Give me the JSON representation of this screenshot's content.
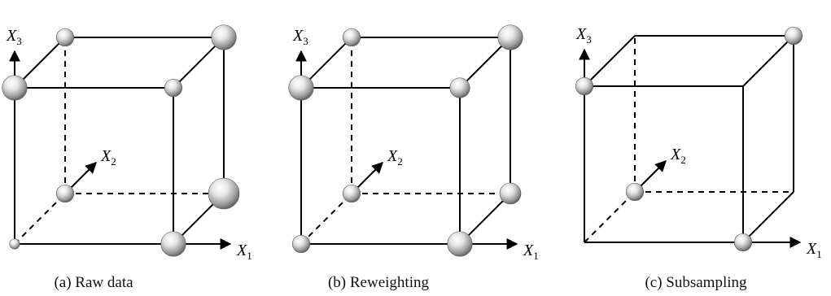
{
  "panels": [
    {
      "caption": "(a) Raw data",
      "axes": {
        "x1": "X",
        "x1_sub": "1",
        "x2": "X",
        "x2_sub": "2",
        "x3": "X",
        "x3_sub": "3"
      },
      "spheres": [
        {
          "corner": "origin",
          "weight": 0.15
        },
        {
          "corner": "x1",
          "weight": 0.75
        },
        {
          "corner": "x3",
          "weight": 0.75
        },
        {
          "corner": "x1x3",
          "weight": 0.45
        },
        {
          "corner": "x2",
          "weight": 0.45
        },
        {
          "corner": "x1x2",
          "weight": 1.0
        },
        {
          "corner": "x2x3",
          "weight": 0.45
        },
        {
          "corner": "x1x2x3",
          "weight": 0.75
        }
      ]
    },
    {
      "caption": "(b) Reweighting",
      "axes": {
        "x1": "X",
        "x1_sub": "1",
        "x2": "X",
        "x2_sub": "2",
        "x3": "X",
        "x3_sub": "3"
      },
      "spheres": [
        {
          "corner": "origin",
          "weight": 0.45
        },
        {
          "corner": "x1",
          "weight": 0.75
        },
        {
          "corner": "x3",
          "weight": 0.75
        },
        {
          "corner": "x1x3",
          "weight": 0.55
        },
        {
          "corner": "x2",
          "weight": 0.45
        },
        {
          "corner": "x1x2",
          "weight": 0.6
        },
        {
          "corner": "x2x3",
          "weight": 0.45
        },
        {
          "corner": "x1x2x3",
          "weight": 0.75
        }
      ]
    },
    {
      "caption": "(c) Subsampling",
      "axes": {
        "x1": "X",
        "x1_sub": "1",
        "x2": "X",
        "x2_sub": "2",
        "x3": "X",
        "x3_sub": "3"
      },
      "spheres": [
        {
          "corner": "x1",
          "weight": 0.45
        },
        {
          "corner": "x3",
          "weight": 0.45
        },
        {
          "corner": "x2",
          "weight": 0.45
        },
        {
          "corner": "x1x2x3",
          "weight": 0.45
        }
      ]
    }
  ]
}
